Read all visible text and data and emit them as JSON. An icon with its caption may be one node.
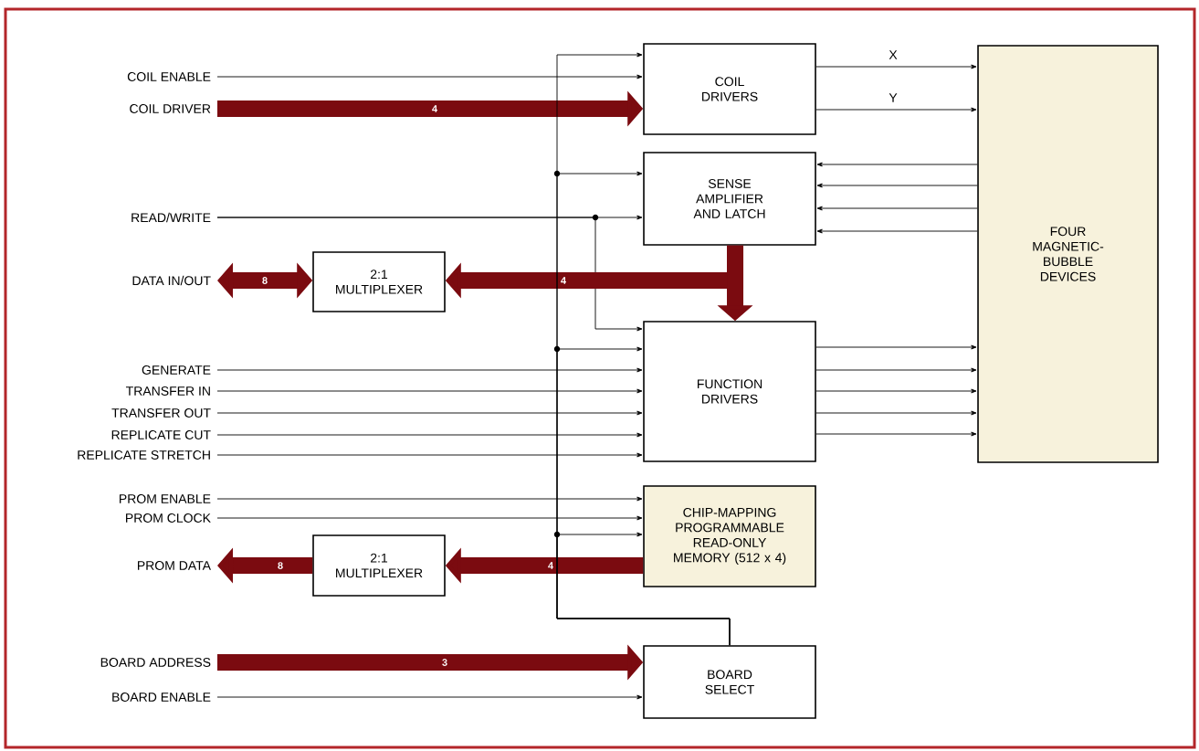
{
  "diagram": {
    "nodes": [
      {
        "text": [
          "COIL DRIVERS"
        ]
      },
      {
        "text": [
          "SENSE AMPLIFIER AND LATCH"
        ]
      },
      {
        "text": [
          "FUNCTION DRIVERS"
        ]
      },
      {
        "text": [
          "CHIP-MAPPING PROGRAMMABLE READ-ONLY MEMORY (512 x 4)"
        ]
      },
      {
        "text": [
          "BOARD SELECT"
        ]
      },
      {
        "text": [
          "FOUR MAGNETIC-BUBBLE DEVICES"
        ]
      },
      {
        "text": [
          "2:1 MULTIPLEXER"
        ]
      },
      {
        "text": [
          "2:1 MULTIPLEXER"
        ]
      },
      {
        "text": [
          "COIL ENABLE"
        ]
      },
      {
        "text": [
          "COIL DRIVER"
        ]
      },
      {
        "text": [
          "READ/WRITE"
        ]
      },
      {
        "text": [
          "DATA IN/OUT"
        ]
      },
      {
        "text": [
          "GENERATE"
        ]
      },
      {
        "text": [
          "TRANSFER IN"
        ]
      },
      {
        "text": [
          "TRANSFER OUT"
        ]
      },
      {
        "text": [
          "REPLICATE CUT"
        ]
      },
      {
        "text": [
          "REPLICATE STRETCH"
        ]
      },
      {
        "text": [
          "PROM ENABLE"
        ]
      },
      {
        "text": [
          "PROM CLOCK"
        ]
      },
      {
        "text": [
          "PROM DATA"
        ]
      },
      {
        "text": [
          "BOARD ADDRESS"
        ]
      },
      {
        "text": [
          "BOARD ENABLE"
        ]
      }
    ],
    "edges": [
      {
        "from": 8,
        "to": 0,
        "arrow": "to"
      },
      {
        "from": 9,
        "to": 0,
        "arrow": "to",
        "label": "4",
        "style": "thick",
        "color": "#7b0b10"
      },
      {
        "from": 10,
        "to": 1,
        "arrow": "to"
      },
      {
        "from": 10,
        "to": 2,
        "arrow": "to"
      },
      {
        "from": 11,
        "to": 6,
        "arrow": "both",
        "label": "8",
        "style": "thick",
        "color": "#7b0b10"
      },
      {
        "from": 1,
        "to": 6,
        "arrow": "to",
        "label": "4",
        "style": "thick",
        "color": "#7b0b10"
      },
      {
        "from": 1,
        "to": 2,
        "arrow": "to",
        "style": "thick",
        "color": "#7b0b10"
      },
      {
        "from": 12,
        "to": 2,
        "arrow": "to"
      },
      {
        "from": 13,
        "to": 2,
        "arrow": "to"
      },
      {
        "from": 14,
        "to": 2,
        "arrow": "to"
      },
      {
        "from": 15,
        "to": 2,
        "arrow": "to"
      },
      {
        "from": 16,
        "to": 2,
        "arrow": "to"
      },
      {
        "from": 17,
        "to": 3,
        "arrow": "to"
      },
      {
        "from": 18,
        "to": 3,
        "arrow": "to"
      },
      {
        "from": 3,
        "to": 7,
        "arrow": "to",
        "label": "4",
        "style": "thick",
        "color": "#7b0b10"
      },
      {
        "from": 7,
        "to": 19,
        "arrow": "to",
        "label": "8",
        "style": "thick",
        "color": "#7b0b10"
      },
      {
        "from": 20,
        "to": 4,
        "arrow": "to",
        "label": "3",
        "style": "thick",
        "color": "#7b0b10"
      },
      {
        "from": 21,
        "to": 4,
        "arrow": "to"
      },
      {
        "from": 4,
        "to": 0,
        "arrow": "to"
      },
      {
        "from": 4,
        "to": 1,
        "arrow": "to"
      },
      {
        "from": 4,
        "to": 2,
        "arrow": "to"
      },
      {
        "from": 4,
        "to": 3,
        "arrow": "to"
      },
      {
        "from": 0,
        "to": 5,
        "arrow": "to",
        "label": "X"
      },
      {
        "from": 0,
        "to": 5,
        "arrow": "to",
        "label": "Y"
      },
      {
        "from": 5,
        "to": 1,
        "arrow": "to"
      },
      {
        "from": 5,
        "to": 1,
        "arrow": "to"
      },
      {
        "from": 5,
        "to": 1,
        "arrow": "to"
      },
      {
        "from": 5,
        "to": 1,
        "arrow": "to"
      },
      {
        "from": 2,
        "to": 5,
        "arrow": "to"
      },
      {
        "from": 2,
        "to": 5,
        "arrow": "to"
      },
      {
        "from": 2,
        "to": 5,
        "arrow": "to"
      },
      {
        "from": 2,
        "to": 5,
        "arrow": "to"
      },
      {
        "from": 2,
        "to": 5,
        "arrow": "to"
      }
    ]
  }
}
